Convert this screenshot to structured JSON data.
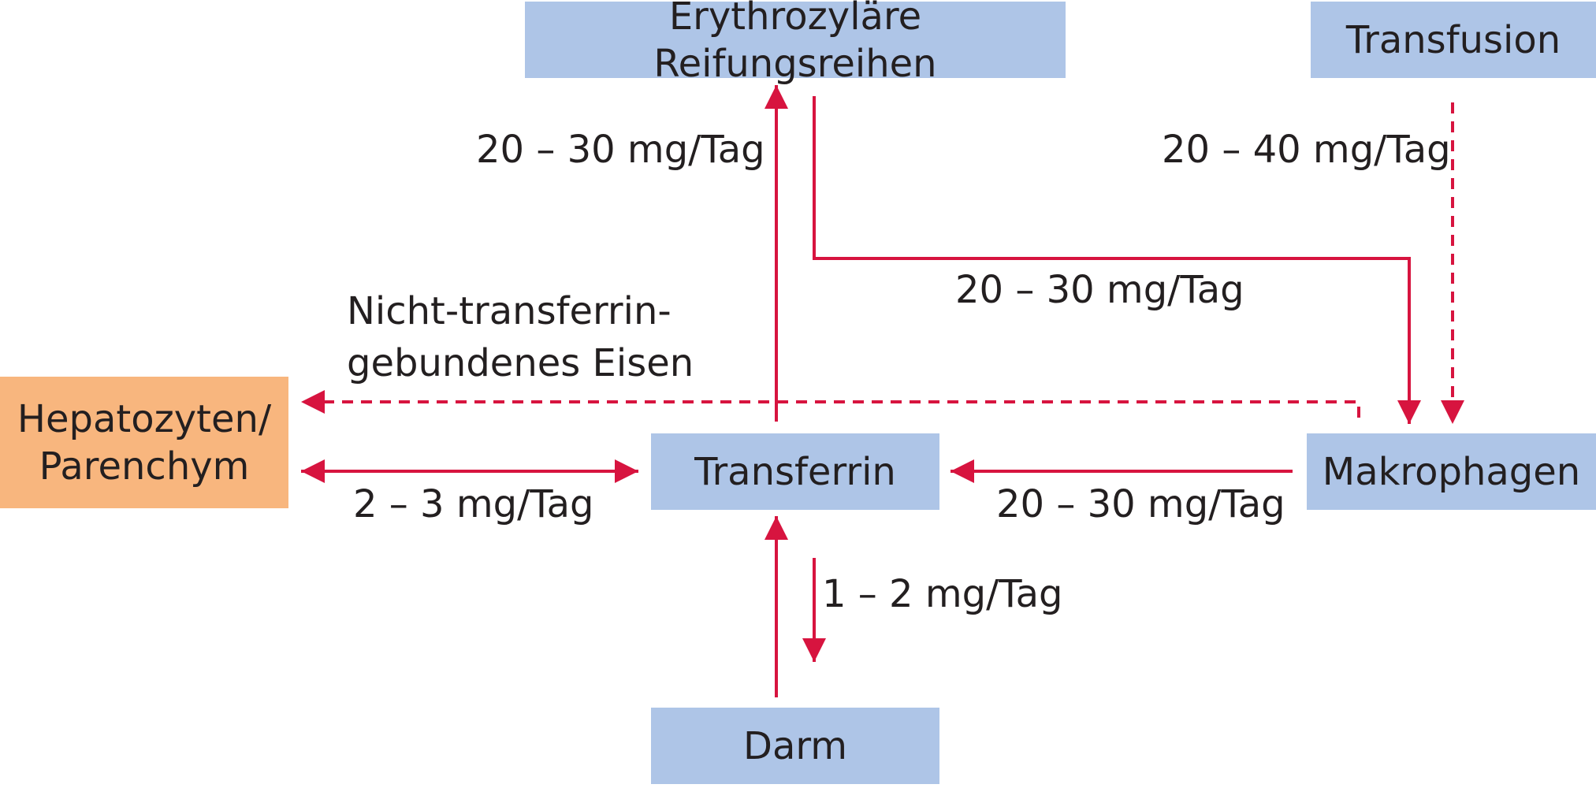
{
  "nodes": {
    "erythro": "Erythrozyläre Reifungsreihen",
    "transfusion": "Transfusion",
    "hepato_line1": "Hepatozyten/",
    "hepato_line2": "Parenchym",
    "transferrin": "Transferrin",
    "makrophagen": "Makrophagen",
    "darm": "Darm"
  },
  "labels": {
    "transferrin_to_erythro": "20 – 30 mg/Tag",
    "transfusion_to_makrophagen": "20 – 40 mg/Tag",
    "erythro_to_makrophagen": "20 – 30 mg/Tag",
    "ntbi_line1": "Nicht-transferrin-",
    "ntbi_line2": "gebundenes Eisen",
    "hepato_transferrin": "2 – 3 mg/Tag",
    "makrophagen_to_transferrin": "20 – 30 mg/Tag",
    "darm_transferrin": "1 – 2 mg/Tag"
  },
  "colors": {
    "arrow": "#d7143f",
    "node_blue": "#aec5e7",
    "node_orange": "#f8b67e"
  }
}
